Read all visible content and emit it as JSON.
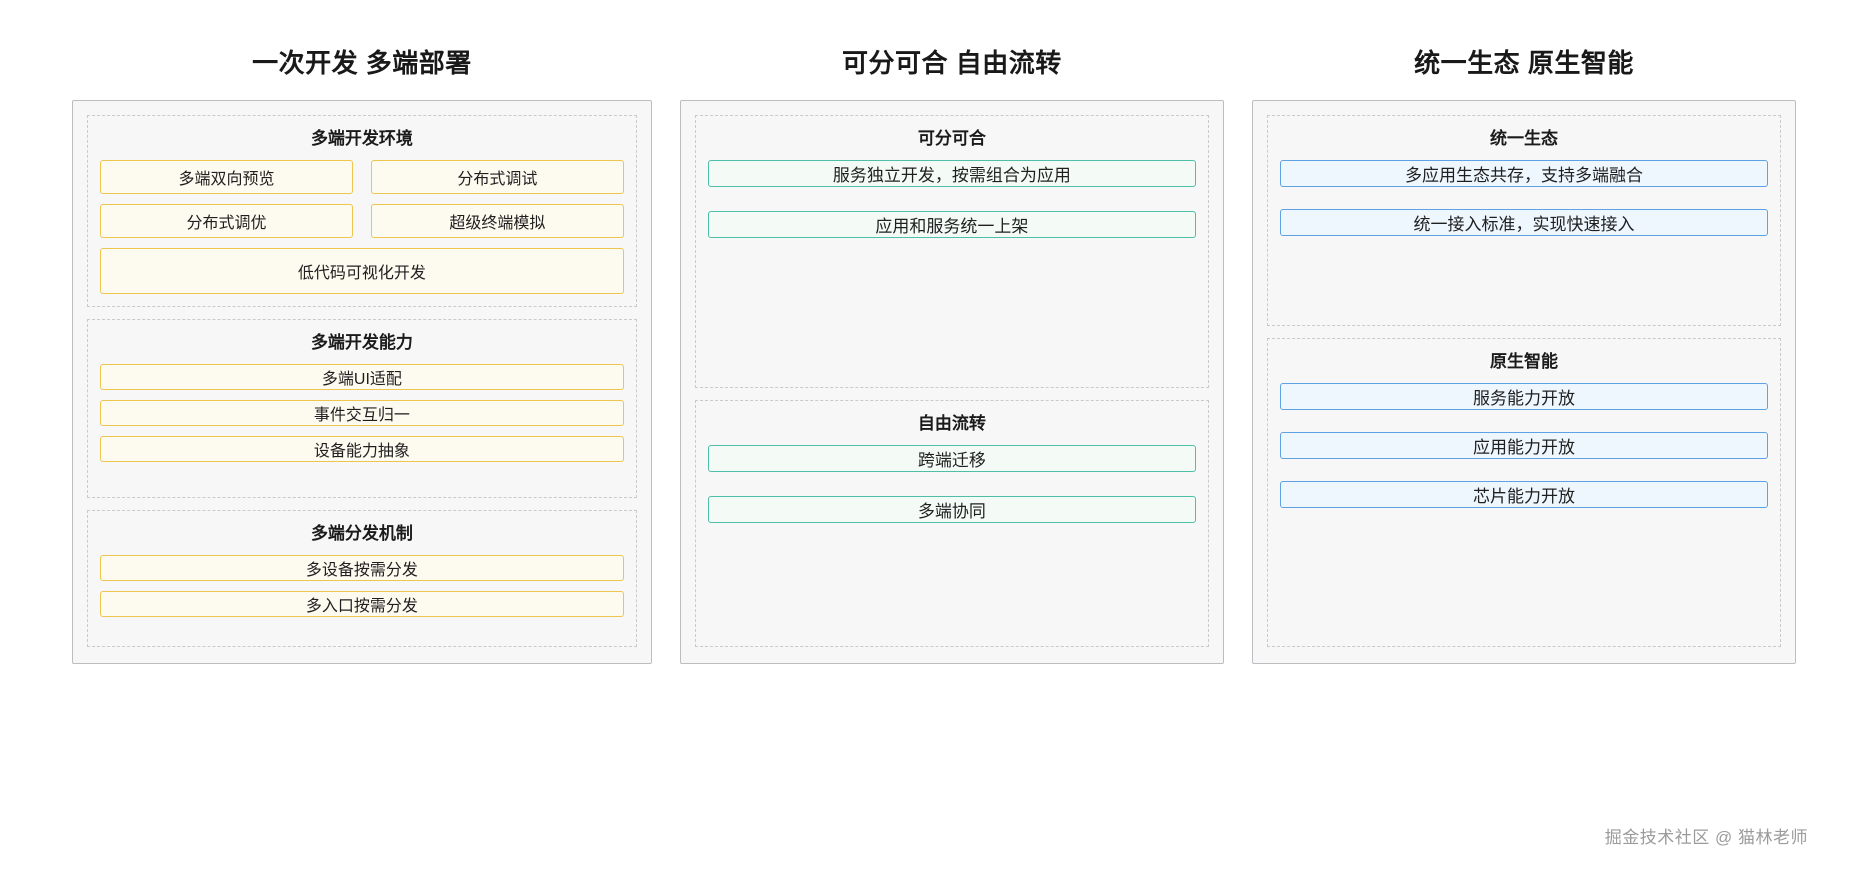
{
  "theme": {
    "page_bg": "#ffffff",
    "panel_bg": "#f7f7f8",
    "panel_border": "#bcbdc0",
    "group_border": "#c9cacd",
    "yellow_border": "#eec54f",
    "yellow_fill": "#fdfaef",
    "green_border": "#4cbfa6",
    "green_fill": "#f4fbf7",
    "blue_border": "#5fa2e3",
    "blue_fill": "#eff7fe",
    "title_color": "#19191a",
    "watermark_color": "#9b9b9d"
  },
  "columns": [
    {
      "title": "一次开发 多端部署",
      "groups": [
        {
          "title": "多端开发环境",
          "rows": [
            [
              "多端双向预览",
              "分布式调试"
            ],
            [
              "分布式调优",
              "超级终端模拟"
            ]
          ],
          "full": [
            "低代码可视化开发"
          ]
        },
        {
          "title": "多端开发能力",
          "rows": [],
          "full": [
            "多端UI适配",
            "事件交互归一",
            "设备能力抽象"
          ]
        },
        {
          "title": "多端分发机制",
          "rows": [],
          "full": [
            "多设备按需分发",
            "多入口按需分发"
          ]
        }
      ]
    },
    {
      "title": "可分可合 自由流转",
      "groups": [
        {
          "title": "可分可合",
          "items": [
            "服务独立开发，按需组合为应用",
            "应用和服务统一上架"
          ]
        },
        {
          "title": "自由流转",
          "items": [
            "跨端迁移",
            "多端协同"
          ]
        }
      ]
    },
    {
      "title": "统一生态 原生智能",
      "groups": [
        {
          "title": "统一生态",
          "items": [
            "多应用生态共存，支持多端融合",
            "统一接入标准，实现快速接入"
          ]
        },
        {
          "title": "原生智能",
          "items": [
            "服务能力开放",
            "应用能力开放",
            "芯片能力开放"
          ]
        }
      ]
    }
  ],
  "watermark": "掘金技术社区 @ 猫林老师"
}
